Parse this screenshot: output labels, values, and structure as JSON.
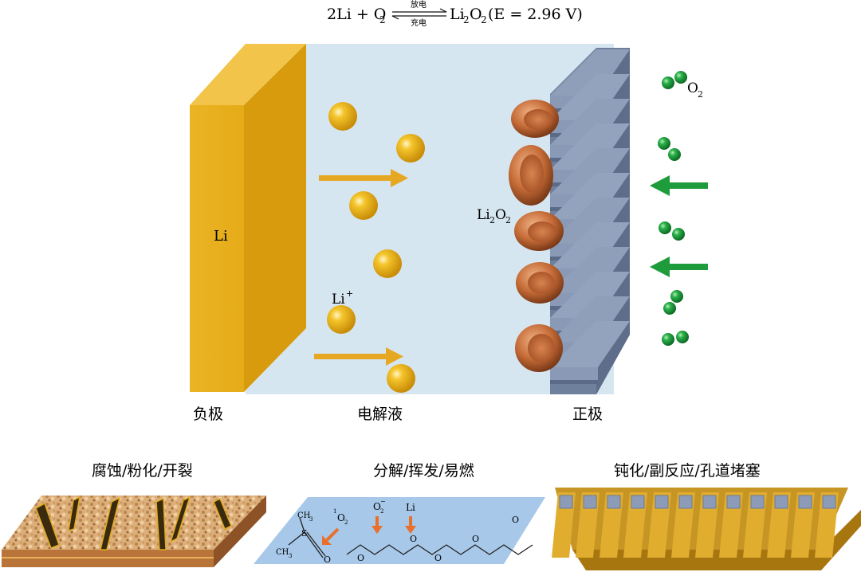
{
  "equation": {
    "left": "2Li + O",
    "left_sub": "2",
    "above_arrow": "放电",
    "below_arrow": "充电",
    "right_li": "Li",
    "right_sub1": "2",
    "right_o": "O",
    "right_sub2": "2",
    "potential": "(E = 2.96 V)"
  },
  "battery": {
    "anode_label": "Li",
    "li_ion_label": "Li",
    "li_ion_charge": "+",
    "product_label": "Li",
    "product_sub1": "2",
    "product_o": "O",
    "product_sub2": "2",
    "oxygen_label": "O",
    "oxygen_sub": "2",
    "caption_anode": "负极",
    "caption_electrolyte": "电解液",
    "caption_cathode": "正极"
  },
  "issues": {
    "anode_issue": "腐蚀/粉化/开裂",
    "electrolyte_issue": "分解/挥发/易燃",
    "cathode_issue": "钝化/副反应/孔道堵塞"
  },
  "molecule_labels": {
    "singlet_o2": "O",
    "singlet_o2_pre": "1",
    "singlet_o2_sub": "2",
    "superoxide": "O",
    "superoxide_sup": "−",
    "superoxide_sub": "2",
    "lithium": "Li",
    "methyl": "CH",
    "methyl_sub": "3",
    "sulfur": "S",
    "oxygen_atom": "O"
  },
  "colors": {
    "electrolyte_bg": "#d6e6f0",
    "anode_gold": "#e9b21b",
    "cathode_steel": "#7e8fab",
    "li2o2_copper": "#c9703a",
    "oxygen_green": "#1e9c3c",
    "arrow_gold": "#e6a822",
    "arrow_green": "#1e9c3c",
    "arrow_orange": "#e8702a"
  }
}
